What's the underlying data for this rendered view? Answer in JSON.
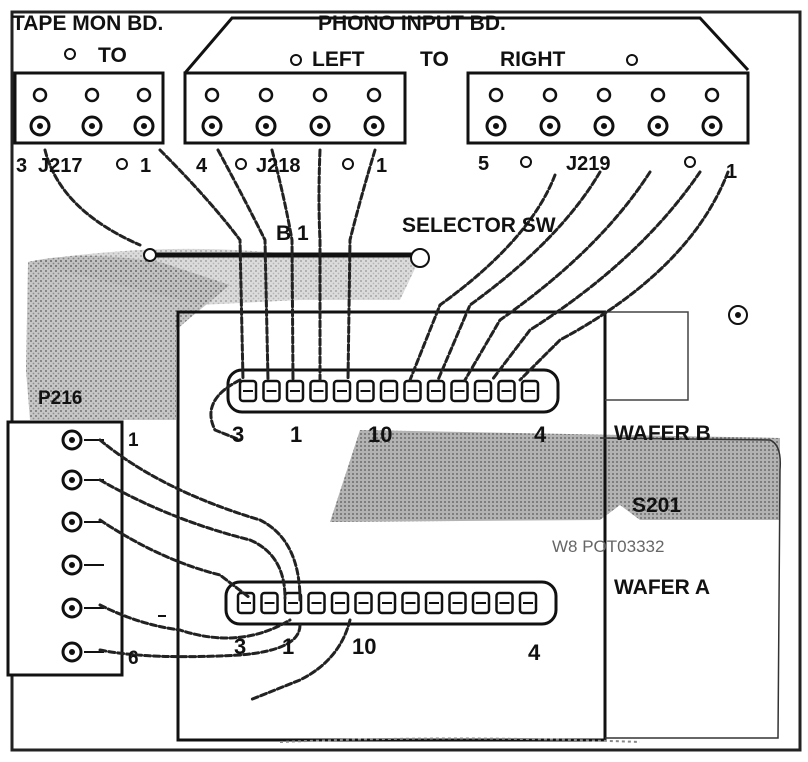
{
  "labels": {
    "tape_mon": "TAPE MON BD.",
    "tape_mon_to": "TO",
    "phono_input": "PHONO INPUT BD.",
    "left": "LEFT",
    "to": "TO",
    "right": "RIGHT",
    "j217": "J217",
    "j218": "J218",
    "j219": "J219",
    "b1": "B 1",
    "selector_sw": "SELECTOR SW",
    "p216": "P216",
    "wafer_b": "WAFER B",
    "s201": "S201",
    "wafer_a": "WAFER A",
    "photo_id": "W8 POT03332"
  },
  "pin_numbers": {
    "j217_first": "3",
    "j217_last": "1",
    "j218_first": "4",
    "j218_last": "1",
    "j219_first": "5",
    "j219_last": "1",
    "wafer_b_3": "3",
    "wafer_b_1": "1",
    "wafer_b_10": "10",
    "wafer_b_4": "4",
    "wafer_a_3": "3",
    "wafer_a_1": "1",
    "wafer_a_10": "10",
    "wafer_a_4": "4",
    "p216_1": "1",
    "p216_6": "6"
  }
}
